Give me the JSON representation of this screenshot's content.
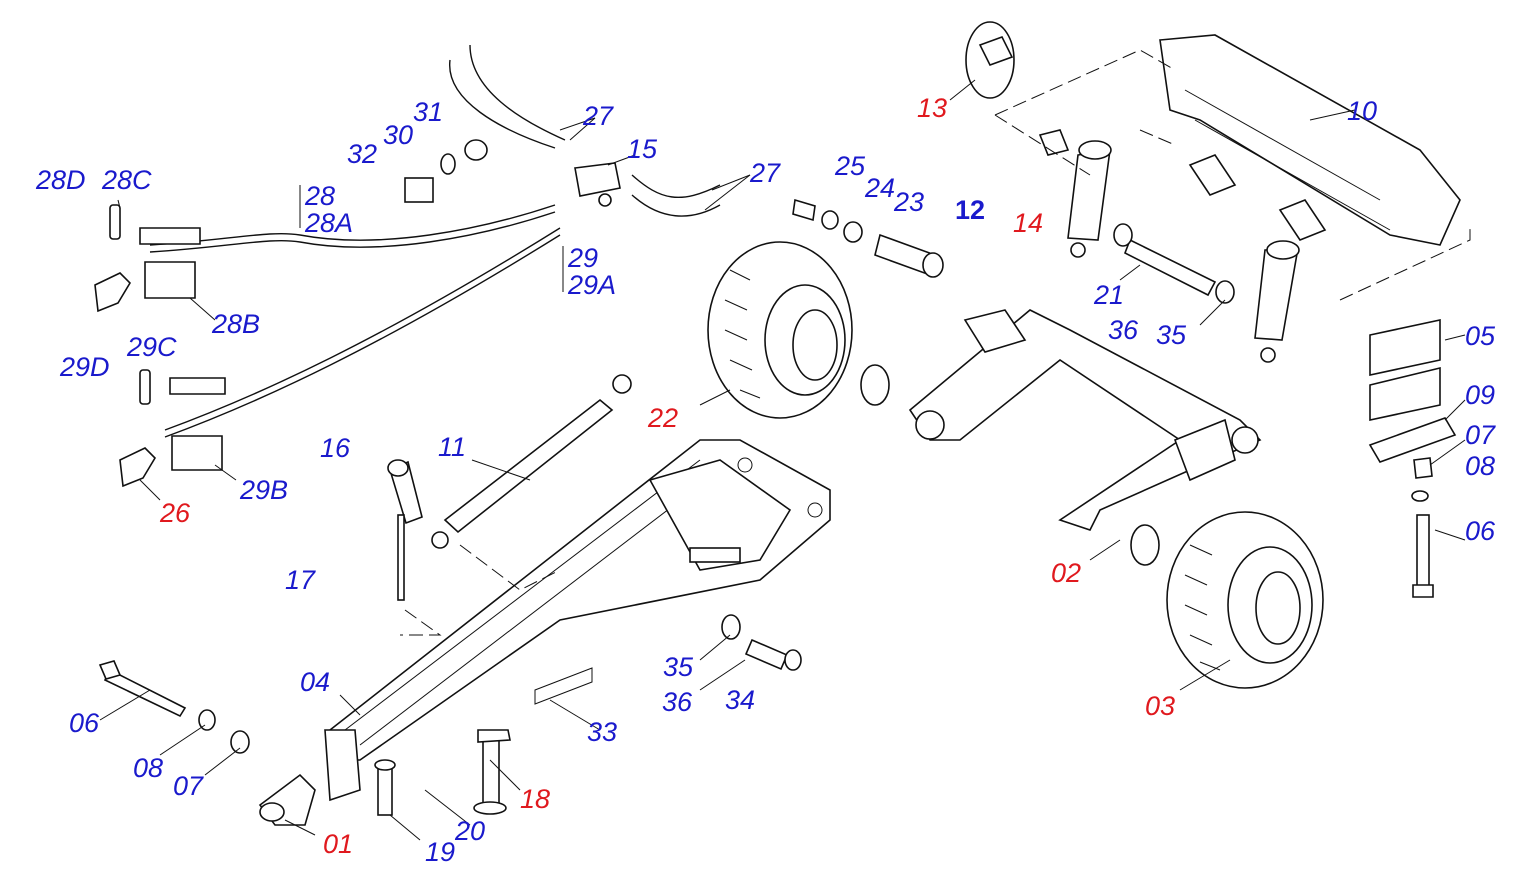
{
  "diagram": {
    "callouts": [
      {
        "id": "c28D",
        "text": "28D",
        "color": "#1a1acc"
      },
      {
        "id": "c28C",
        "text": "28C",
        "color": "#1a1acc"
      },
      {
        "id": "c28",
        "text": "28",
        "color": "#1a1acc"
      },
      {
        "id": "c28A",
        "text": "28A",
        "color": "#1a1acc"
      },
      {
        "id": "c28B",
        "text": "28B",
        "color": "#1a1acc"
      },
      {
        "id": "c29",
        "text": "29",
        "color": "#1a1acc"
      },
      {
        "id": "c29A",
        "text": "29A",
        "color": "#1a1acc"
      },
      {
        "id": "c29C",
        "text": "29C",
        "color": "#1a1acc"
      },
      {
        "id": "c29D",
        "text": "29D",
        "color": "#1a1acc"
      },
      {
        "id": "c29B",
        "text": "29B",
        "color": "#1a1acc"
      },
      {
        "id": "c26",
        "text": "26",
        "color": "#e0191e"
      },
      {
        "id": "c32",
        "text": "32",
        "color": "#1a1acc"
      },
      {
        "id": "c30",
        "text": "30",
        "color": "#1a1acc"
      },
      {
        "id": "c31",
        "text": "31",
        "color": "#1a1acc"
      },
      {
        "id": "c27a",
        "text": "27",
        "color": "#1a1acc"
      },
      {
        "id": "c15",
        "text": "15",
        "color": "#1a1acc"
      },
      {
        "id": "c27b",
        "text": "27",
        "color": "#1a1acc"
      },
      {
        "id": "c13",
        "text": "13",
        "color": "#e0191e"
      },
      {
        "id": "c10",
        "text": "10",
        "color": "#1a1acc"
      },
      {
        "id": "c25",
        "text": "25",
        "color": "#1a1acc"
      },
      {
        "id": "c24",
        "text": "24",
        "color": "#1a1acc"
      },
      {
        "id": "c23",
        "text": "23",
        "color": "#1a1acc"
      },
      {
        "id": "c12",
        "text": "12",
        "color": "#1a1acc"
      },
      {
        "id": "c14",
        "text": "14",
        "color": "#e0191e"
      },
      {
        "id": "c21",
        "text": "21",
        "color": "#1a1acc"
      },
      {
        "id": "c36a",
        "text": "36",
        "color": "#1a1acc"
      },
      {
        "id": "c35a",
        "text": "35",
        "color": "#1a1acc"
      },
      {
        "id": "c05",
        "text": "05",
        "color": "#1a1acc"
      },
      {
        "id": "c09",
        "text": "09",
        "color": "#1a1acc"
      },
      {
        "id": "c07a",
        "text": "07",
        "color": "#1a1acc"
      },
      {
        "id": "c08a",
        "text": "08",
        "color": "#1a1acc"
      },
      {
        "id": "c06a",
        "text": "06",
        "color": "#1a1acc"
      },
      {
        "id": "c22",
        "text": "22",
        "color": "#e0191e"
      },
      {
        "id": "c11",
        "text": "11",
        "color": "#1a1acc"
      },
      {
        "id": "c16",
        "text": "16",
        "color": "#1a1acc"
      },
      {
        "id": "c17",
        "text": "17",
        "color": "#1a1acc"
      },
      {
        "id": "c02",
        "text": "02",
        "color": "#e0191e"
      },
      {
        "id": "c03",
        "text": "03",
        "color": "#e0191e"
      },
      {
        "id": "c35b",
        "text": "35",
        "color": "#1a1acc"
      },
      {
        "id": "c36b",
        "text": "36",
        "color": "#1a1acc"
      },
      {
        "id": "c34",
        "text": "34",
        "color": "#1a1acc"
      },
      {
        "id": "c33",
        "text": "33",
        "color": "#1a1acc"
      },
      {
        "id": "c04",
        "text": "04",
        "color": "#1a1acc"
      },
      {
        "id": "c06b",
        "text": "06",
        "color": "#1a1acc"
      },
      {
        "id": "c08b",
        "text": "08",
        "color": "#1a1acc"
      },
      {
        "id": "c07b",
        "text": "07",
        "color": "#1a1acc"
      },
      {
        "id": "c18",
        "text": "18",
        "color": "#e0191e"
      },
      {
        "id": "c20",
        "text": "20",
        "color": "#1a1acc"
      },
      {
        "id": "c19",
        "text": "19",
        "color": "#1a1acc"
      },
      {
        "id": "c01",
        "text": "01",
        "color": "#e0191e"
      }
    ]
  }
}
